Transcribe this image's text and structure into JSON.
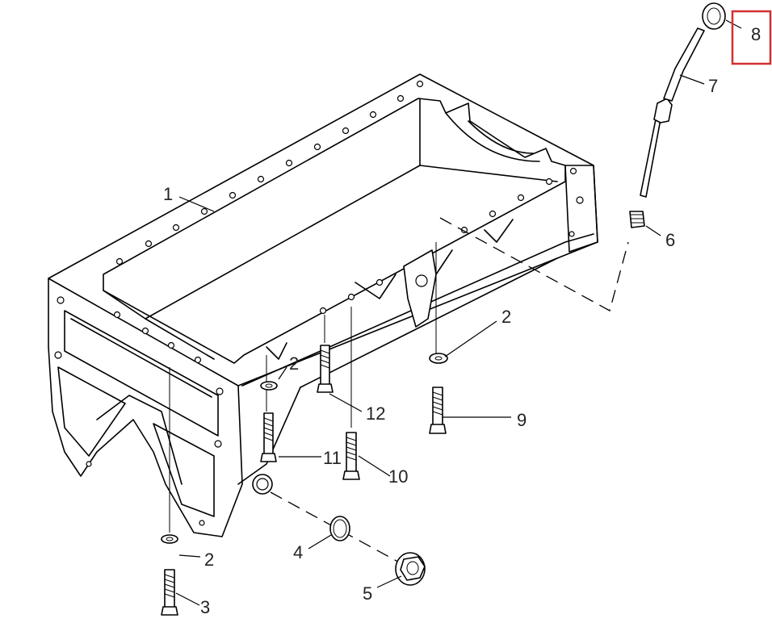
{
  "callouts": {
    "c1": "1",
    "c2a": "2",
    "c2b": "2",
    "c2c": "2",
    "c3": "3",
    "c4": "4",
    "c5": "5",
    "c6": "6",
    "c7": "7",
    "c8": "8",
    "c9": "9",
    "c10": "10",
    "c11": "11",
    "c12": "12"
  },
  "highlight": {
    "callout": "8",
    "color": "#d32f2f"
  }
}
